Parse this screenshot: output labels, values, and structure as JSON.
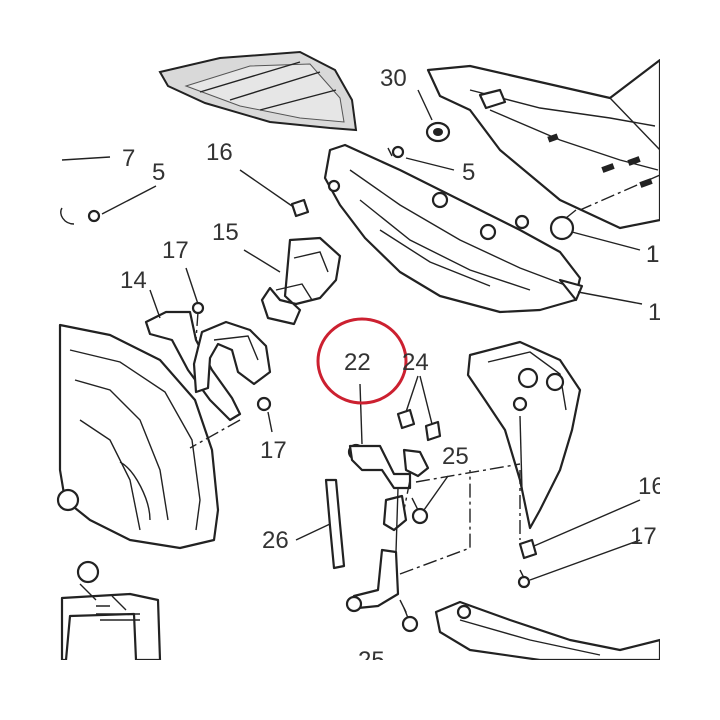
{
  "callouts": {
    "c30": "30",
    "c7": "7",
    "c5a": "5",
    "c16a": "16",
    "c5b": "5",
    "c1a": "1",
    "c17a": "17",
    "c15": "15",
    "c14": "14",
    "c1b": "1",
    "c22": "22",
    "c24": "24",
    "c17b": "17",
    "c25a": "25",
    "c16b": "16",
    "c26": "26",
    "c17c": "17",
    "c25b": "25"
  },
  "highlight": {
    "target": "22",
    "color": "#cc2030"
  }
}
